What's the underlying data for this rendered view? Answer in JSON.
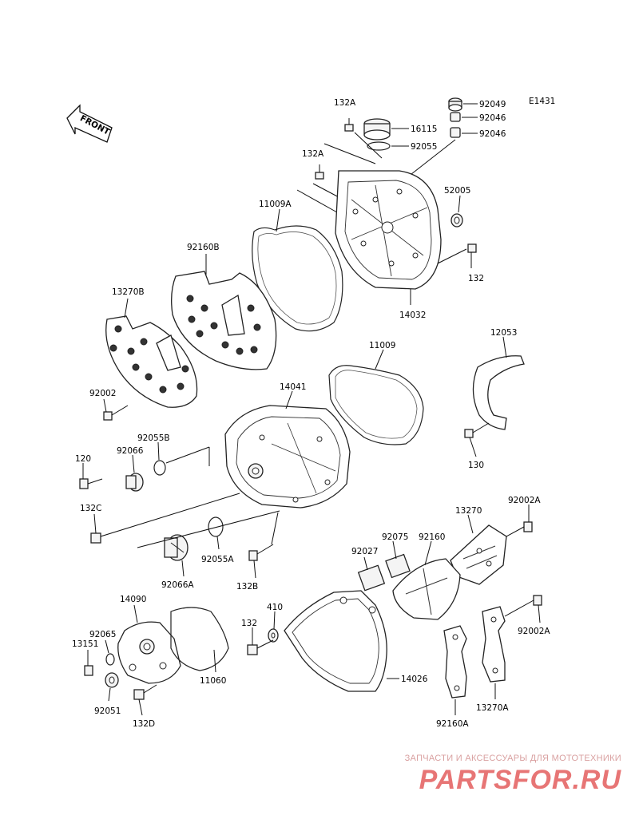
{
  "diagram_id": "E1431",
  "front_label": "FRONT",
  "watermark": {
    "tagline": "ЗАПЧАСТИ И АКСЕССУАРЫ ДЛЯ МОТОТЕХНИКИ",
    "brand": "PARTSFOR.RU"
  },
  "labels": {
    "p132a_top": "132A",
    "p92049": "92049",
    "p92046_a": "92046",
    "p16115": "16115",
    "p92046_b": "92046",
    "p92055": "92055",
    "p132a_mid": "132A",
    "p52005": "52005",
    "p11009a": "11009A",
    "p92160b": "92160B",
    "p132_right": "132",
    "p13270b": "13270B",
    "p14032": "14032",
    "p12053": "12053",
    "p11009": "11009",
    "p14041": "14041",
    "p92002": "92002",
    "p92055b": "92055B",
    "p120": "120",
    "p92066": "92066",
    "p130": "130",
    "p132c": "132C",
    "p13270": "13270",
    "p92002a_top": "92002A",
    "p92075": "92075",
    "p92160": "92160",
    "p92027": "92027",
    "p92055a": "92055A",
    "p92066a": "92066A",
    "p132b": "132B",
    "p14090": "14090",
    "p410": "410",
    "p132_low": "132",
    "p92065": "92065",
    "p13151": "13151",
    "p11060": "11060",
    "p92002a_low": "92002A",
    "p14026": "14026",
    "p92051": "92051",
    "p132d": "132D",
    "p13270a": "13270A",
    "p92160a": "92160A"
  }
}
